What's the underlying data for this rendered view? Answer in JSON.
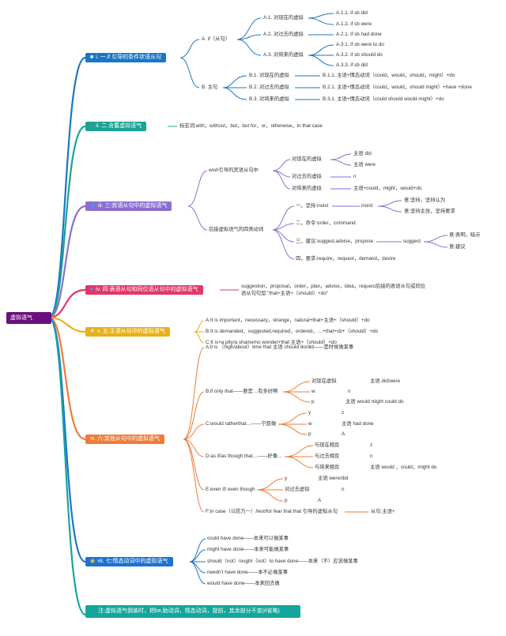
{
  "root": "虚拟语气",
  "colors": {
    "root": "#6b0f7e",
    "b1": "#1a76c6",
    "b2": "#1aa394",
    "b3": "#8a6fd0",
    "b4": "#e0386a",
    "b5": "#e8b118",
    "b6": "#ee7c3a",
    "b7": "#1d72d1",
    "b8": "#14a69c"
  },
  "branches": [
    {
      "icon": "blue-square-icon",
      "label": "i. 一.if 引导的条件状语从句"
    },
    {
      "icon": "house-icon",
      "label": "ii. 二.含蓄虚拟语气"
    },
    {
      "icon": "triangle-icon",
      "label": "iii. 三:宾语从句中的虚拟语气"
    },
    {
      "icon": "heart-icon",
      "label": "iv. 四:表语从句和同位语从句中的虚拟语气"
    },
    {
      "icon": "plane-icon",
      "label": "v. 五:主语从句中的虚拟语气"
    },
    {
      "icon": "",
      "label": "vi. 六:其他从句中的虚拟语气"
    },
    {
      "icon": "coin-icon",
      "label": "vii. 七:情态动词中的虚拟语气"
    },
    {
      "icon": "",
      "label": "注:虚拟语气倒装时，把be,助动词，情态动词，提前，其余部分不变(if省略)"
    }
  ],
  "b1": {
    "A": "A. if（从句）",
    "A1": "A.1. 对现在的虚拟",
    "A11": "A.1.1. if sb did",
    "A12": "A.1.2. if sb were",
    "A2": "A.2. 对过去的虚拟",
    "A21": "A.2.1. if sb had done",
    "A3": "A.3. 对将来的虚拟",
    "A31": "A.3.1. if sb were to do",
    "A32": "A.3.2. if sb should do",
    "A33": "A.3.3. if sb did",
    "B": "B. 主句",
    "B1": "B.1. 对现在的虚拟",
    "B11": "B.1.1. 主语+情态动词（could，would，should，might）+do",
    "B2": "B.2. 对过去的虚拟",
    "B21": "B.2.1. 主语+情态动词（could，would，should might）+have +done",
    "B3": "B.3. 对将来的虚拟",
    "B31": "B.3.1. 主语+情态动词（could should would might）+do"
  },
  "b2": {
    "note": "标志词:with，without，but，but for，or，otherwise，in that case"
  },
  "b3": {
    "wish": "wish引导的宾语从句中",
    "w1": "对现在的虚拟",
    "w1a": "主语 did",
    "w1b": "主语 were",
    "w2": "对过去的虚拟",
    "w2a": "n",
    "w3": "对将来的虚拟",
    "w3a": "主语+could，might，would+do",
    "after": "后接虚拟语气的四类动词",
    "v1": "一，坚持:insist",
    "v1a": "insist",
    "v1b": "意:坚持，坚持认为",
    "v1c": "意:坚持主张，坚持要求",
    "v2": "二，命令:order，command",
    "v3": "三，建议:suggest,advise，propose",
    "v3a": "suggest",
    "v3b": "意:表明，暗示",
    "v3c": "意:建议",
    "v4": "四，要求:require，request，demand，desire"
  },
  "b4": {
    "l1": "suggestion，proposal，order，plan，advice，idea，request后接的表语从句或同位",
    "l2": "语从句句型:\"that+主语+（should）+do\""
  },
  "b5": {
    "A": "A:It is important，necessary，strange，natural+that+主语+（should）+do",
    "B": "B:It is demanded，suggested,required，ordered，…+that+sb+（should）+do",
    "C": "C:It is+a pity/a shame/no wonder+that 主语+（should）+do"
  },
  "b6": {
    "A": "A:it is （high/about）time that 主语 should do/did——是时候做某事",
    "B": "B:if only that——要是…有多好啊",
    "B1": "对现在虚拟",
    "B1a": "主语 did/were",
    "B2": "w",
    "B2a": "n",
    "B3": "p",
    "B3a": "主语 would might could do",
    "C": "C:would ratherthat…——宁愿做",
    "C1": "y",
    "C1a": "z",
    "C2": "w",
    "C2a": "主语 had done",
    "C3": "p",
    "C3a": "A",
    "D": "D:as if/as though that…——好像…",
    "D1": "与现在相反",
    "D1a": "z",
    "D2": "与过去相反",
    "D2a": "n",
    "D3": "与将来相反",
    "D3a": "主语 would ，could，might do",
    "E": "E:even if/ even though",
    "E1": "y",
    "E1a": "主语 were/did",
    "E2": "对过去虚拟",
    "E2a": "n",
    "E3": "p",
    "E3a": "A",
    "F": "F:in case（以防万一）/lest/for fear that that 引导的虚拟从句",
    "Fa": "从句:主语+"
  },
  "b7": {
    "l1": "could have done——本来可以做某事",
    "l2": "might have done——本来可能做某事",
    "l3": "should（not）/ought（not）to have done——本来（不）应该做某事",
    "l4": "needn't have done——本不必做某事",
    "l5": "would have done——本来回去做"
  }
}
